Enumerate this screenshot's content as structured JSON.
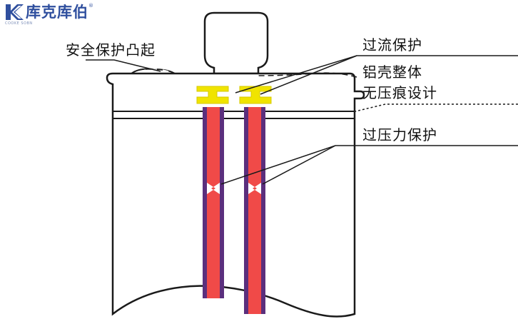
{
  "logo": {
    "brand": "库克库伯",
    "registered": "®",
    "subtitle": "COOKE SOBN"
  },
  "labels": {
    "safety_bump": "安全保护凸起",
    "overcurrent": "过流保护",
    "aluminum_shell": "铝壳整体",
    "no_indent": "无压痕设计",
    "overpressure": "过压力保护"
  },
  "colors": {
    "outline": "#1a1a1a",
    "terminal_yellow": "#f0e400",
    "lead_red": "#f04a48",
    "lead_purple": "#5b2f7d",
    "brand_blue": "#2f4f9e"
  }
}
